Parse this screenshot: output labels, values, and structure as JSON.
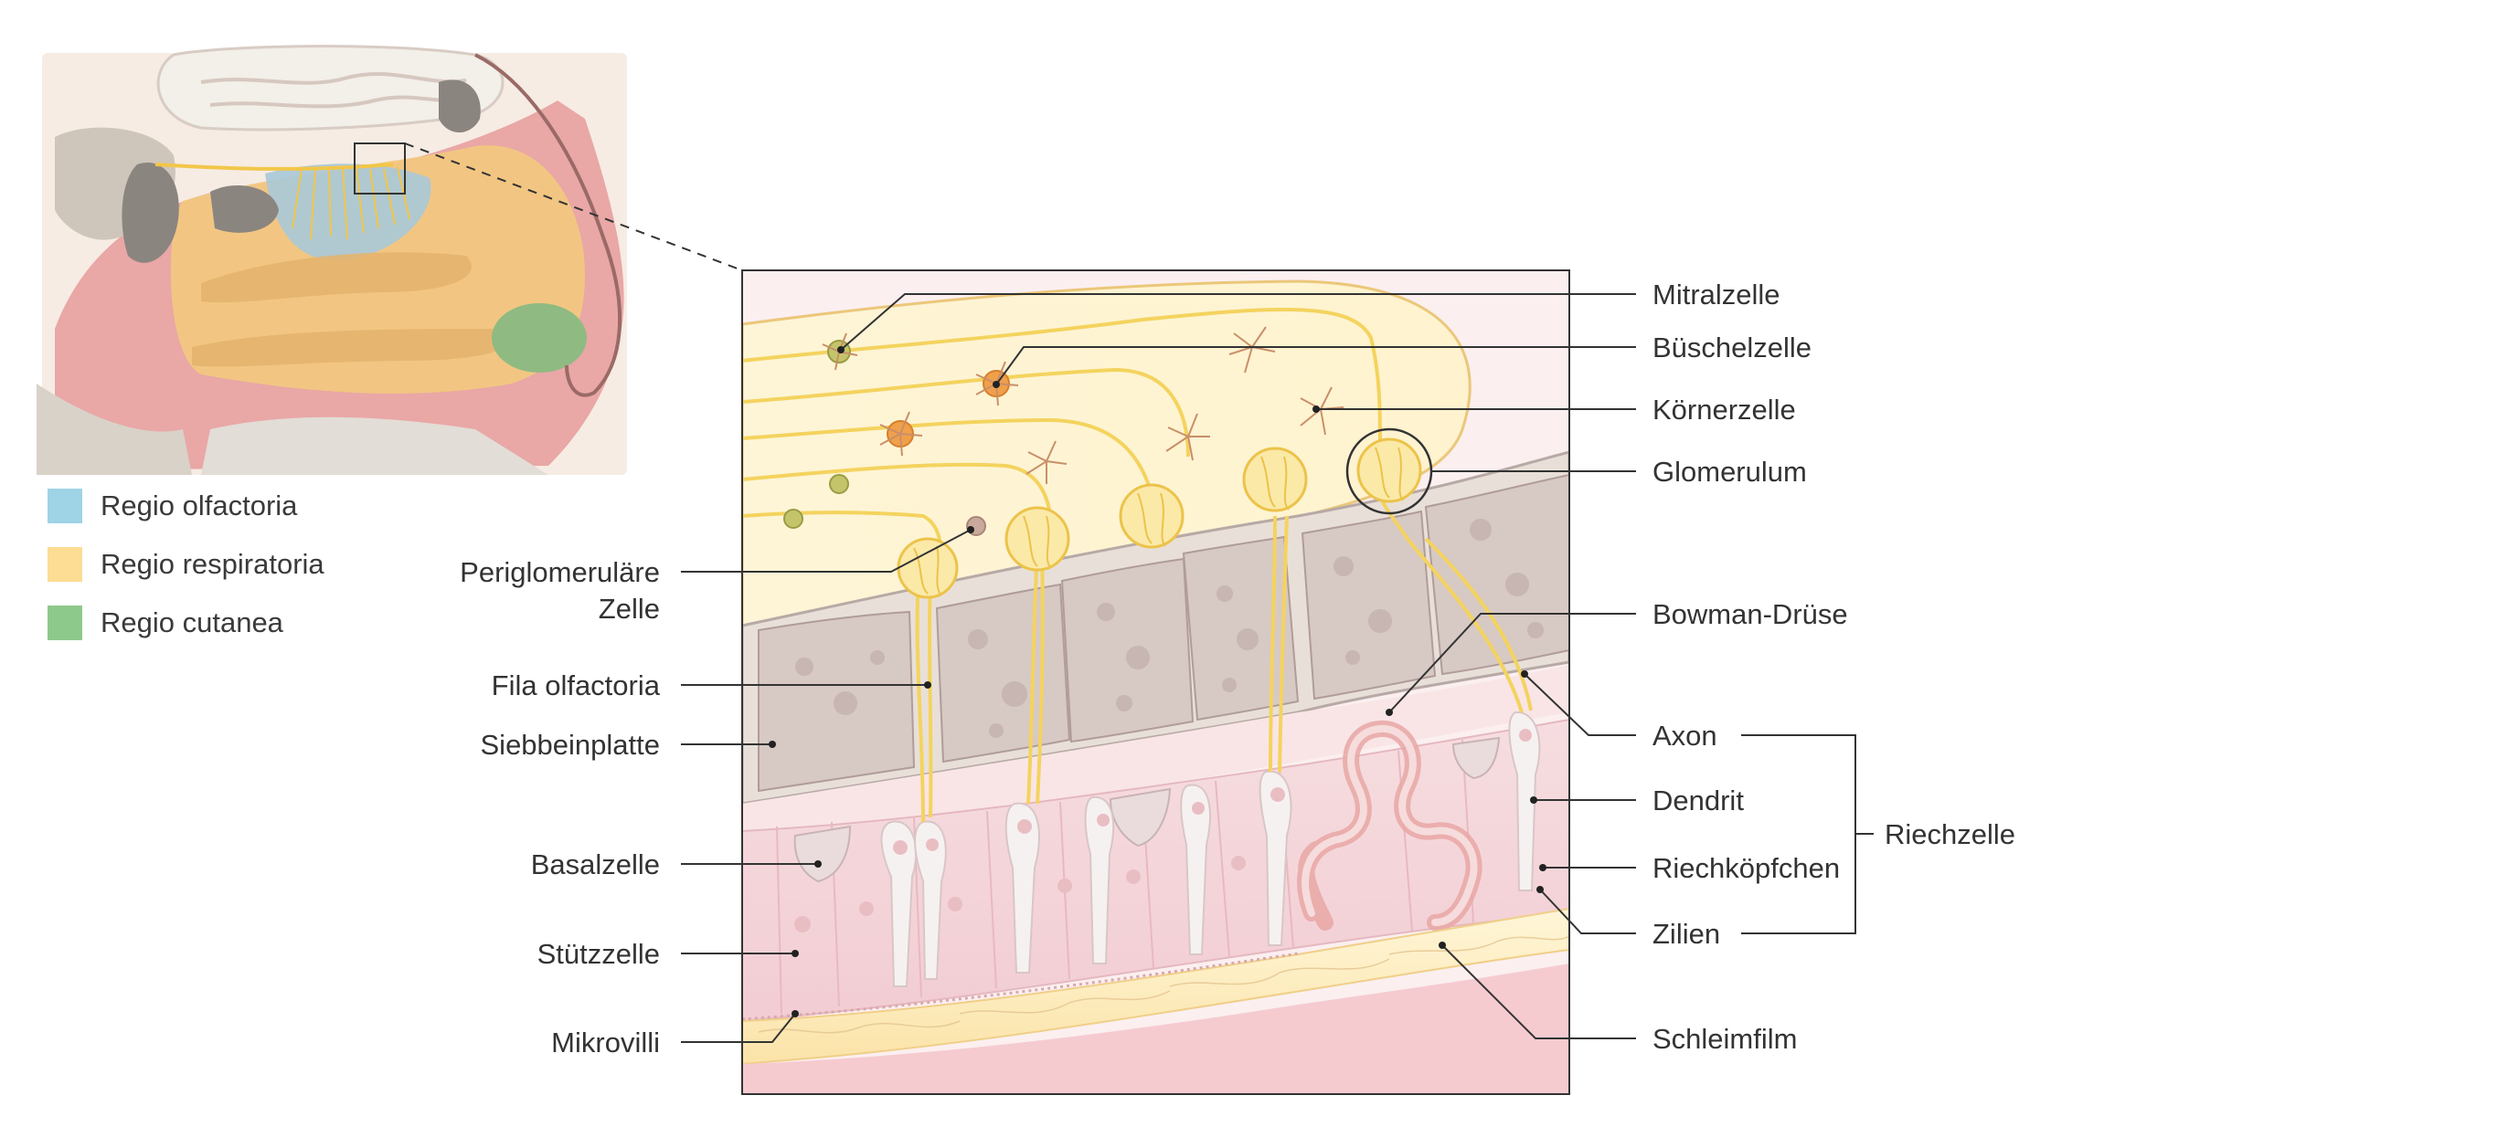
{
  "colors": {
    "regio_olfactoria": "#9fd3e6",
    "regio_respiratoria": "#fddc93",
    "regio_cutanea": "#8ec98c",
    "nerve": "#f7d564",
    "leader_line": "#333333"
  },
  "legend": [
    {
      "label": "Regio olfactoria",
      "color": "#9fd3e6"
    },
    {
      "label": "Regio respiratoria",
      "color": "#fddc93"
    },
    {
      "label": "Regio cutanea",
      "color": "#8ec98c"
    }
  ],
  "labels_left": {
    "periglomerular_line1": "Periglomeruläre",
    "periglomerular_line2": "Zelle",
    "fila_olfactoria": "Fila olfactoria",
    "siebbeinplatte": "Siebbeinplatte",
    "basalzelle": "Basalzelle",
    "stuetzzelle": "Stützzelle",
    "mikrovilli": "Mikrovilli"
  },
  "labels_right": {
    "mitralzelle": "Mitralzelle",
    "bueschelzelle": "Büschelzelle",
    "koernerzelle": "Körnerzelle",
    "glomerulum": "Glomerulum",
    "bowman_druese": "Bowman-Drüse",
    "axon": "Axon",
    "dendrit": "Dendrit",
    "riechkoepfchen": "Riechköpfchen",
    "zilien": "Zilien",
    "schleimfilm": "Schleimfilm"
  },
  "bracket_label": "Riechzelle"
}
